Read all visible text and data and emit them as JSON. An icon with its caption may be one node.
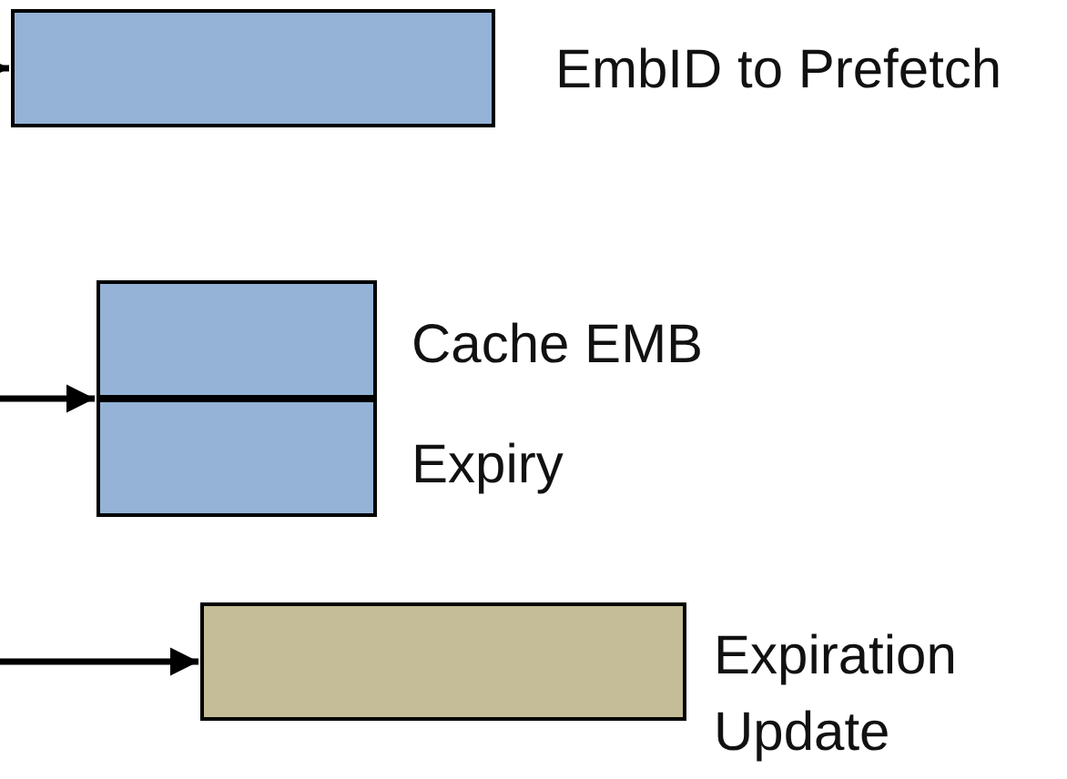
{
  "diagram": {
    "nodes": [
      {
        "text": [],
        "shape": "box",
        "beside": [
          "EmbID to Prefetch"
        ]
      },
      {
        "text": [],
        "shape": "box",
        "beside": [
          "Cache EMB"
        ]
      },
      {
        "text": [],
        "shape": "box",
        "beside": [
          "Expiry"
        ]
      },
      {
        "text": [],
        "shape": "box",
        "beside": [
          "Expiration Update"
        ]
      }
    ],
    "edges": [
      {
        "from": null,
        "to": 0,
        "arrow": "to"
      },
      {
        "from": null,
        "to": 1,
        "arrow": "to"
      },
      {
        "from": null,
        "to": 3,
        "arrow": "to"
      }
    ]
  }
}
